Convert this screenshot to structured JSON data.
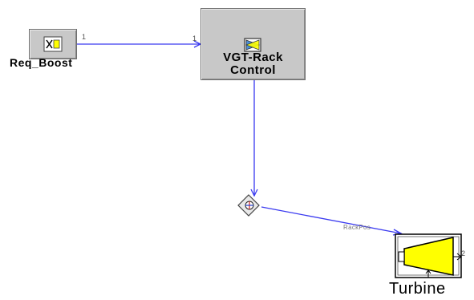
{
  "diagram": {
    "blocks": [
      {
        "id": "req_boost",
        "label": "Req_Boost",
        "icon": "constant-source-icon"
      },
      {
        "id": "vgt_rack_control",
        "label_line1": "VGT-Rack",
        "label_line2": "Control",
        "icon": "controller-icon"
      },
      {
        "id": "junction",
        "icon": "signal-junction-icon"
      },
      {
        "id": "turbine",
        "label": "Turbine",
        "icon": "turbine-icon"
      }
    ],
    "ports": {
      "req_boost_out": "1",
      "vgt_in": "1",
      "rack_link": "RackPos",
      "turbine_out": "2"
    },
    "colors": {
      "wire": "#3a3af0",
      "block_fill": "#c8c8c8",
      "turbine_fill": "#ffff00"
    }
  }
}
